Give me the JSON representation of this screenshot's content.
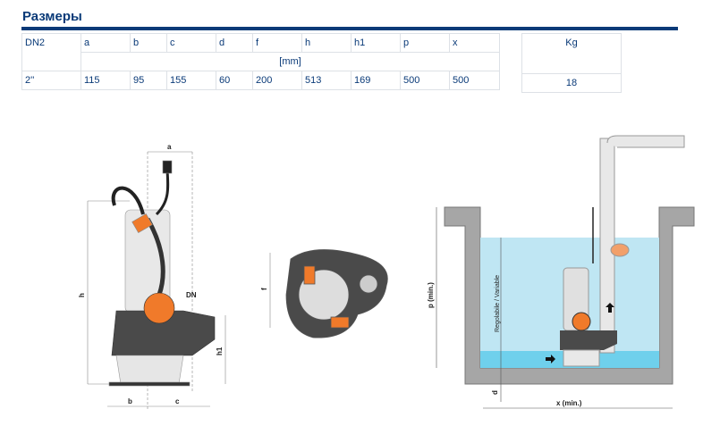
{
  "title": "Размеры",
  "table": {
    "headers": [
      "DN2",
      "a",
      "b",
      "c",
      "d",
      "f",
      "h",
      "h1",
      "p",
      "x"
    ],
    "unit": "[mm]",
    "row": [
      "2''",
      "115",
      "95",
      "155",
      "60",
      "200",
      "513",
      "169",
      "500",
      "500"
    ]
  },
  "weight": {
    "header": "Kg",
    "value": "18"
  },
  "drawing": {
    "labels": {
      "a": "a",
      "h": "h",
      "dn": "DN",
      "h1": "h1",
      "b": "b",
      "c": "c",
      "f": "f",
      "p": "p  (min.)",
      "variable": "Regolabile / Variable",
      "d": "d",
      "x": "x (min.)"
    }
  },
  "colors": {
    "brand": "#0a3a78",
    "orange": "#f07a2a",
    "water": "#bfe6f3"
  }
}
